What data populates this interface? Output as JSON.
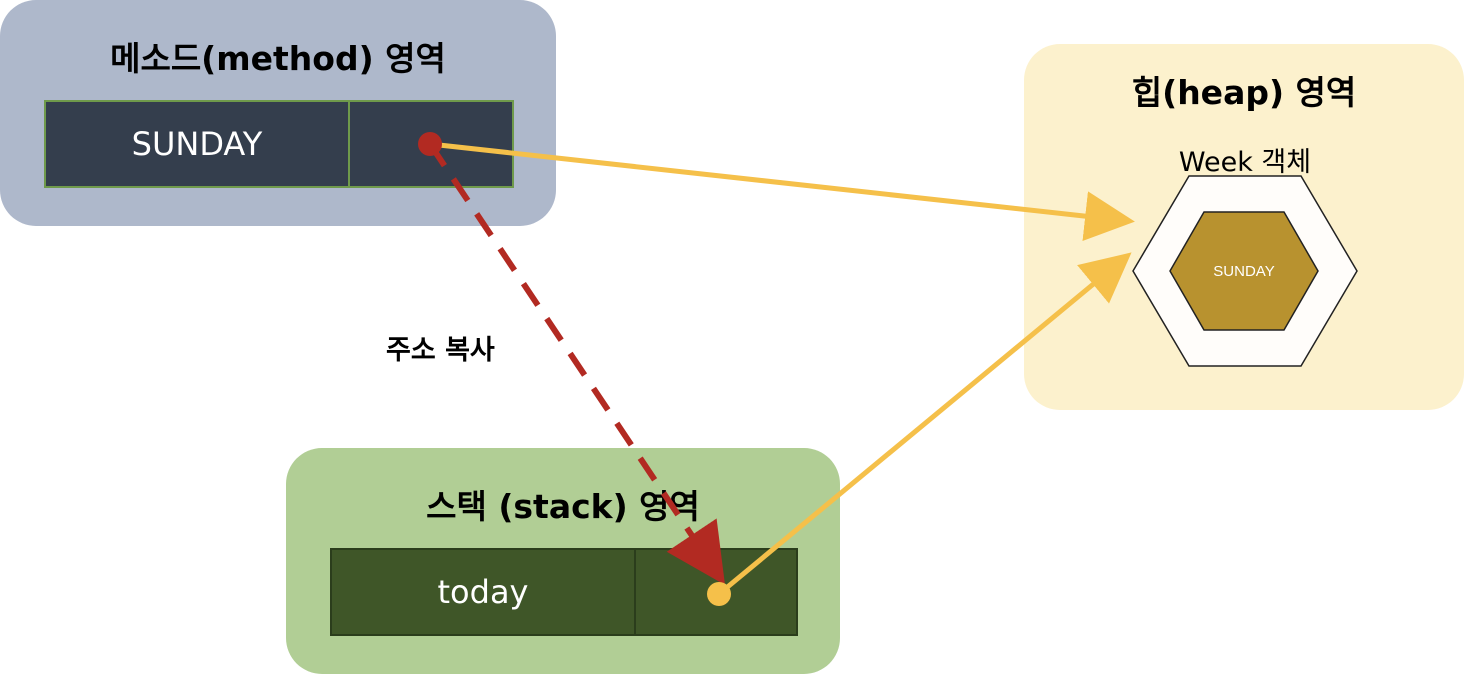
{
  "method_area": {
    "title": "메소드(method) 영역",
    "cell_label": "SUNDAY",
    "color": "#aeb8cb"
  },
  "heap_area": {
    "title": "힙(heap) 영역",
    "object_label": "Week 객체",
    "object_value": "SUNDAY",
    "color": "#fcf1cd"
  },
  "stack_area": {
    "title": "스택 (stack) 영역",
    "cell_label": "today",
    "color": "#b1ce95"
  },
  "copy_label": "주소 복사",
  "colors": {
    "reference_arrow": "#f5c04a",
    "copy_arrow": "#b22a22",
    "method_cell": "#343e4d",
    "stack_cell": "#3f5628",
    "hexagon_fill": "#b8922f"
  }
}
